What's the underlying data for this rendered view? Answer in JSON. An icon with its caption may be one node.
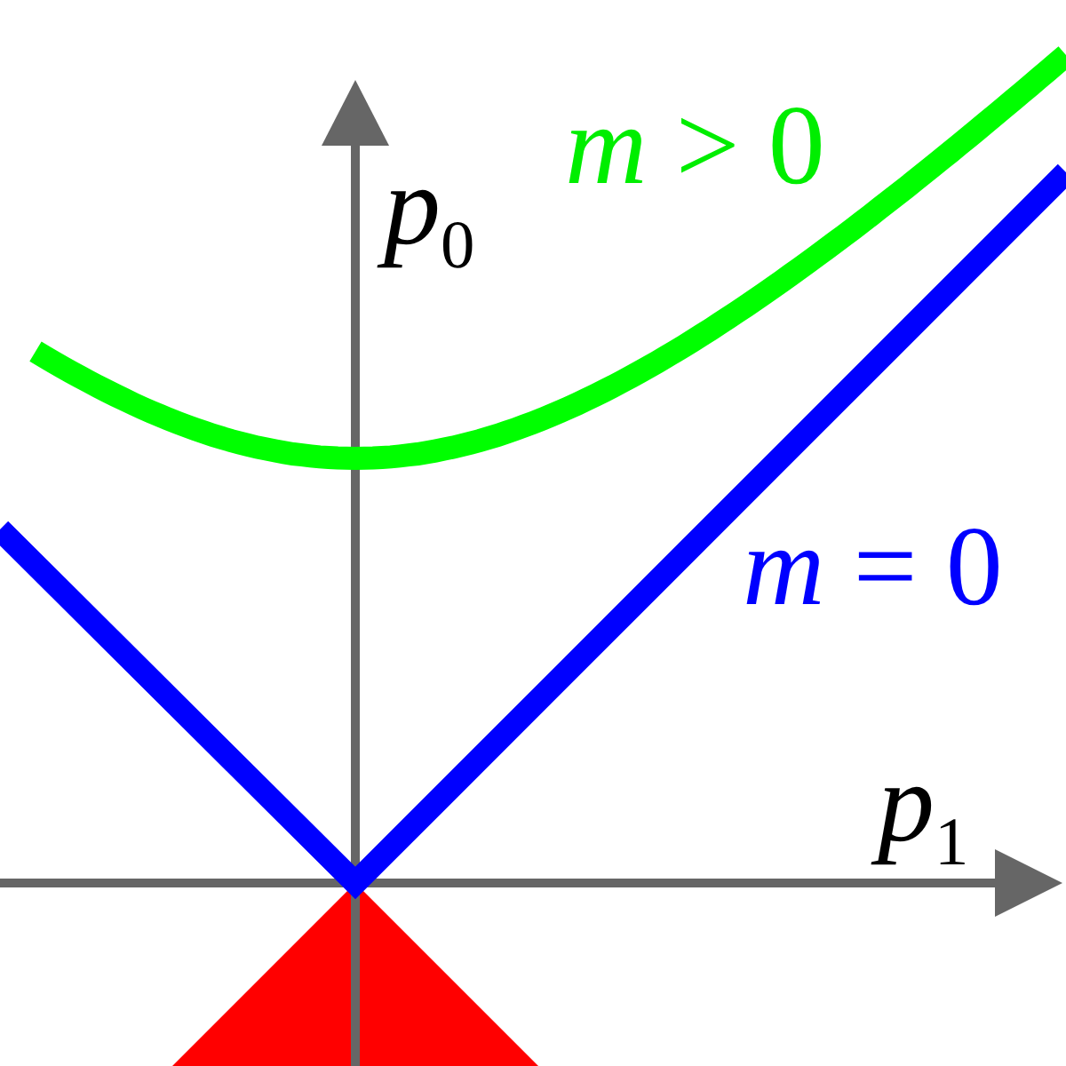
{
  "diagram": {
    "labels": [
      "*p*$_{0}$",
      "*m* > 0",
      "*m* = 0",
      "*p*$_{1}$"
    ]
  }
}
